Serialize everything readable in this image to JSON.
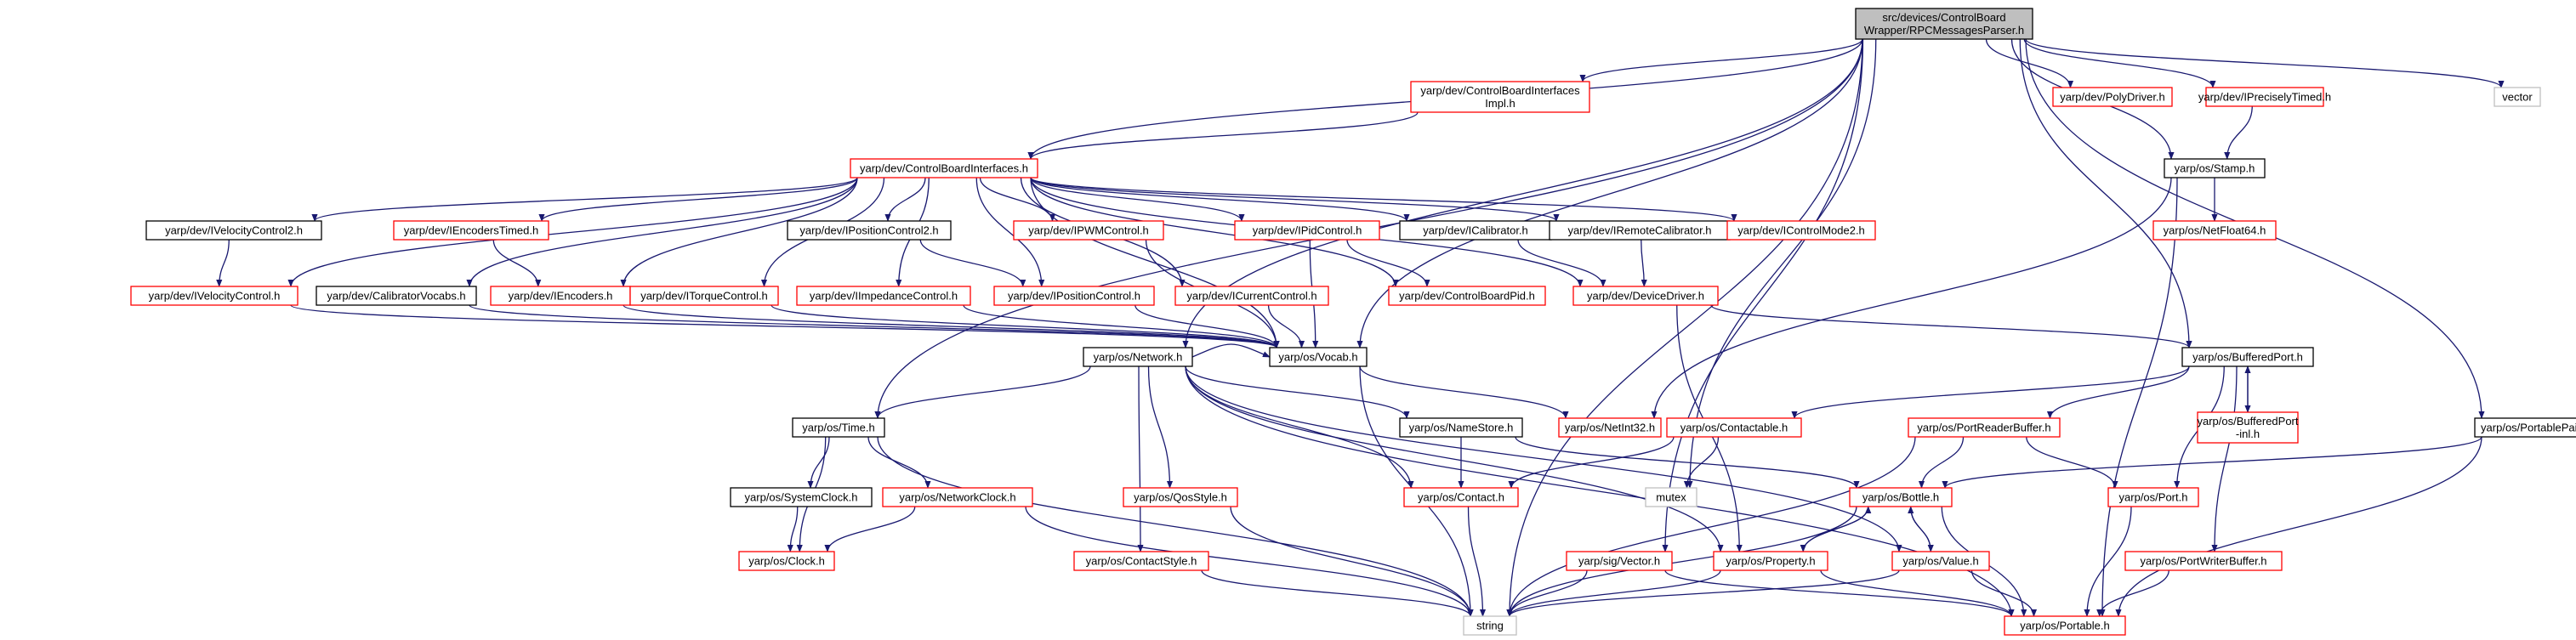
{
  "nodes": {
    "root": {
      "lines": [
        "src/devices/ControlBoard",
        "Wrapper/RPCMessagesParser.h"
      ],
      "style": "root"
    },
    "cbii": {
      "lines": [
        "yarp/dev/ControlBoardInterfaces",
        "Impl.h"
      ],
      "style": "red"
    },
    "polydriver": {
      "lines": [
        "yarp/dev/PolyDriver.h"
      ],
      "style": "red"
    },
    "iprecisely": {
      "lines": [
        "yarp/dev/IPreciselyTimed.h"
      ],
      "style": "red"
    },
    "vector_std": {
      "lines": [
        "vector"
      ],
      "style": "gray"
    },
    "cbi": {
      "lines": [
        "yarp/dev/ControlBoardInterfaces.h"
      ],
      "style": "red"
    },
    "stamp": {
      "lines": [
        "yarp/os/Stamp.h"
      ],
      "style": "black"
    },
    "netfloat64": {
      "lines": [
        "yarp/os/NetFloat64.h"
      ],
      "style": "red"
    },
    "ivel2": {
      "lines": [
        "yarp/dev/IVelocityControl2.h"
      ],
      "style": "black"
    },
    "iencTimed": {
      "lines": [
        "yarp/dev/IEncodersTimed.h"
      ],
      "style": "red"
    },
    "ipos2": {
      "lines": [
        "yarp/dev/IPositionControl2.h"
      ],
      "style": "black"
    },
    "ipwm": {
      "lines": [
        "yarp/dev/IPWMControl.h"
      ],
      "style": "red"
    },
    "ipid": {
      "lines": [
        "yarp/dev/IPidControl.h"
      ],
      "style": "red"
    },
    "ical": {
      "lines": [
        "yarp/dev/ICalibrator.h"
      ],
      "style": "black"
    },
    "iremcal": {
      "lines": [
        "yarp/dev/IRemoteCalibrator.h"
      ],
      "style": "black"
    },
    "imode2": {
      "lines": [
        "yarp/dev/IControlMode2.h"
      ],
      "style": "red"
    },
    "ivel": {
      "lines": [
        "yarp/dev/IVelocityControl.h"
      ],
      "style": "red"
    },
    "calvocabs": {
      "lines": [
        "yarp/dev/CalibratorVocabs.h"
      ],
      "style": "black"
    },
    "ienc": {
      "lines": [
        "yarp/dev/IEncoders.h"
      ],
      "style": "red"
    },
    "itorque": {
      "lines": [
        "yarp/dev/ITorqueControl.h"
      ],
      "style": "red"
    },
    "iimp": {
      "lines": [
        "yarp/dev/IImpedanceControl.h"
      ],
      "style": "red"
    },
    "ipos": {
      "lines": [
        "yarp/dev/IPositionControl.h"
      ],
      "style": "red"
    },
    "icurrent": {
      "lines": [
        "yarp/dev/ICurrentControl.h"
      ],
      "style": "red"
    },
    "cbpid": {
      "lines": [
        "yarp/dev/ControlBoardPid.h"
      ],
      "style": "red"
    },
    "devdriver": {
      "lines": [
        "yarp/dev/DeviceDriver.h"
      ],
      "style": "red"
    },
    "vocab": {
      "lines": [
        "yarp/os/Vocab.h"
      ],
      "style": "black"
    },
    "network": {
      "lines": [
        "yarp/os/Network.h"
      ],
      "style": "black"
    },
    "bufport": {
      "lines": [
        "yarp/os/BufferedPort.h"
      ],
      "style": "black"
    },
    "time": {
      "lines": [
        "yarp/os/Time.h"
      ],
      "style": "black"
    },
    "namestore": {
      "lines": [
        "yarp/os/NameStore.h"
      ],
      "style": "black"
    },
    "netint32": {
      "lines": [
        "yarp/os/NetInt32.h"
      ],
      "style": "red"
    },
    "contactable": {
      "lines": [
        "yarp/os/Contactable.h"
      ],
      "style": "red"
    },
    "portreader": {
      "lines": [
        "yarp/os/PortReaderBuffer.h"
      ],
      "style": "red"
    },
    "bufportinl": {
      "lines": [
        "yarp/os/BufferedPort",
        "-inl.h"
      ],
      "style": "red"
    },
    "portablepair": {
      "lines": [
        "yarp/os/PortablePair.h"
      ],
      "style": "black"
    },
    "sysclock": {
      "lines": [
        "yarp/os/SystemClock.h"
      ],
      "style": "black"
    },
    "netclock": {
      "lines": [
        "yarp/os/NetworkClock.h"
      ],
      "style": "red"
    },
    "qosstyle": {
      "lines": [
        "yarp/os/QosStyle.h"
      ],
      "style": "red"
    },
    "contact": {
      "lines": [
        "yarp/os/Contact.h"
      ],
      "style": "red"
    },
    "mutex": {
      "lines": [
        "mutex"
      ],
      "style": "gray"
    },
    "bottle": {
      "lines": [
        "yarp/os/Bottle.h"
      ],
      "style": "red"
    },
    "port": {
      "lines": [
        "yarp/os/Port.h"
      ],
      "style": "red"
    },
    "clock": {
      "lines": [
        "yarp/os/Clock.h"
      ],
      "style": "red"
    },
    "contactstyle": {
      "lines": [
        "yarp/os/ContactStyle.h"
      ],
      "style": "red"
    },
    "sigvector": {
      "lines": [
        "yarp/sig/Vector.h"
      ],
      "style": "red"
    },
    "property": {
      "lines": [
        "yarp/os/Property.h"
      ],
      "style": "red"
    },
    "value": {
      "lines": [
        "yarp/os/Value.h"
      ],
      "style": "red"
    },
    "portwriter": {
      "lines": [
        "yarp/os/PortWriterBuffer.h"
      ],
      "style": "red"
    },
    "string_std": {
      "lines": [
        "string"
      ],
      "style": "gray"
    },
    "portable": {
      "lines": [
        "yarp/os/Portable.h"
      ],
      "style": "red"
    }
  },
  "edges": [
    [
      "root",
      "cbii"
    ],
    [
      "root",
      "polydriver"
    ],
    [
      "root",
      "iprecisely"
    ],
    [
      "root",
      "vector_std"
    ],
    [
      "root",
      "cbi"
    ],
    [
      "root",
      "stamp"
    ],
    [
      "root",
      "vocab"
    ],
    [
      "root",
      "network"
    ],
    [
      "root",
      "time"
    ],
    [
      "root",
      "bufport"
    ],
    [
      "root",
      "portablepair"
    ],
    [
      "root",
      "mutex"
    ],
    [
      "root",
      "sigvector"
    ],
    [
      "root",
      "string_std"
    ],
    [
      "cbii",
      "cbi"
    ],
    [
      "iprecisely",
      "stamp"
    ],
    [
      "stamp",
      "netfloat64"
    ],
    [
      "stamp",
      "netint32"
    ],
    [
      "stamp",
      "portable"
    ],
    [
      "cbi",
      "ivel2"
    ],
    [
      "cbi",
      "iencTimed"
    ],
    [
      "cbi",
      "ipos2"
    ],
    [
      "cbi",
      "ipwm"
    ],
    [
      "cbi",
      "ipid"
    ],
    [
      "cbi",
      "ical"
    ],
    [
      "cbi",
      "iremcal"
    ],
    [
      "cbi",
      "imode2"
    ],
    [
      "cbi",
      "ivel"
    ],
    [
      "cbi",
      "calvocabs"
    ],
    [
      "cbi",
      "ienc"
    ],
    [
      "cbi",
      "itorque"
    ],
    [
      "cbi",
      "iimp"
    ],
    [
      "cbi",
      "ipos"
    ],
    [
      "cbi",
      "icurrent"
    ],
    [
      "cbi",
      "cbpid"
    ],
    [
      "cbi",
      "devdriver"
    ],
    [
      "cbi",
      "vocab"
    ],
    [
      "ivel2",
      "ivel"
    ],
    [
      "iencTimed",
      "ienc"
    ],
    [
      "ipos2",
      "ipos"
    ],
    [
      "ipid",
      "cbpid"
    ],
    [
      "ipid",
      "vocab"
    ],
    [
      "ical",
      "devdriver"
    ],
    [
      "iremcal",
      "devdriver"
    ],
    [
      "ivel",
      "vocab"
    ],
    [
      "calvocabs",
      "vocab"
    ],
    [
      "ienc",
      "vocab"
    ],
    [
      "itorque",
      "vocab"
    ],
    [
      "iimp",
      "vocab"
    ],
    [
      "ipos",
      "vocab"
    ],
    [
      "icurrent",
      "vocab"
    ],
    [
      "ipwm",
      "vocab"
    ],
    [
      "devdriver",
      "bufport"
    ],
    [
      "devdriver",
      "property"
    ],
    [
      "vocab",
      "netint32"
    ],
    [
      "vocab",
      "string_std"
    ],
    [
      "network",
      "time"
    ],
    [
      "network",
      "namestore"
    ],
    [
      "network",
      "contact"
    ],
    [
      "network",
      "qosstyle"
    ],
    [
      "network",
      "contactstyle"
    ],
    [
      "network",
      "property"
    ],
    [
      "network",
      "value"
    ],
    [
      "network",
      "portable"
    ],
    [
      "network",
      "vocab"
    ],
    [
      "bufport",
      "contactable"
    ],
    [
      "bufport",
      "portreader"
    ],
    [
      "bufport",
      "bufportinl"
    ],
    [
      "bufport",
      "port"
    ],
    [
      "bufport",
      "portwriter"
    ],
    [
      "bufportinl",
      "bufport"
    ],
    [
      "time",
      "sysclock"
    ],
    [
      "time",
      "netclock"
    ],
    [
      "time",
      "clock"
    ],
    [
      "time",
      "string_std"
    ],
    [
      "sysclock",
      "clock"
    ],
    [
      "netclock",
      "clock"
    ],
    [
      "netclock",
      "string_std"
    ],
    [
      "namestore",
      "contact"
    ],
    [
      "namestore",
      "bottle"
    ],
    [
      "contactable",
      "contact"
    ],
    [
      "contactable",
      "mutex"
    ],
    [
      "portreader",
      "bottle"
    ],
    [
      "portreader",
      "port"
    ],
    [
      "portreader",
      "string_std"
    ],
    [
      "portablepair",
      "bottle"
    ],
    [
      "portablepair",
      "portable"
    ],
    [
      "qosstyle",
      "string_std"
    ],
    [
      "contactstyle",
      "string_std"
    ],
    [
      "contact",
      "string_std"
    ],
    [
      "bottle",
      "property"
    ],
    [
      "bottle",
      "value"
    ],
    [
      "bottle",
      "portable"
    ],
    [
      "bottle",
      "string_std"
    ],
    [
      "property",
      "bottle"
    ],
    [
      "property",
      "string_std"
    ],
    [
      "property",
      "portable"
    ],
    [
      "value",
      "bottle"
    ],
    [
      "value",
      "portable"
    ],
    [
      "value",
      "string_std"
    ],
    [
      "port",
      "portable"
    ],
    [
      "portwriter",
      "portable"
    ],
    [
      "sigvector",
      "portable"
    ],
    [
      "sigvector",
      "string_std"
    ]
  ],
  "colors": {
    "edge": "#191970",
    "red_border": "#ff0000",
    "black_border": "#000000",
    "gray_border": "#bfbfbf",
    "root_fill": "#bfbfbf",
    "node_fill": "#ffffff"
  }
}
